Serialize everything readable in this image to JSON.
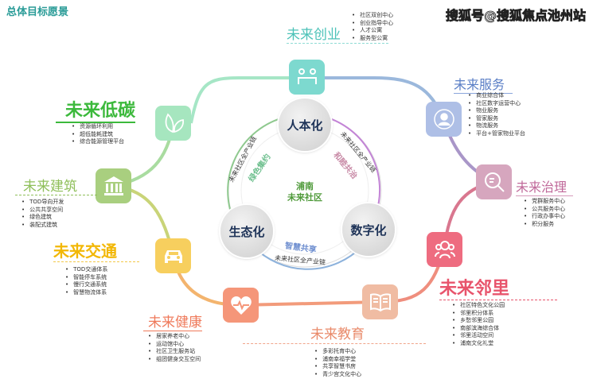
{
  "title": "总体目标愿景",
  "watermark": "搜狐号@搜狐焦点池州站",
  "center": {
    "line1": "浦南",
    "line2": "未来社区"
  },
  "nodes": {
    "top": "人本化",
    "left": "生态化",
    "right": "数字化"
  },
  "arc_texts": {
    "left_outer": "未来社区全产业链",
    "right_outer": "未来社区全产业链",
    "bottom_outer": "未来社区全产业链",
    "left_inner": "绿色集约",
    "right_inner": "和睦共治",
    "bottom_inner": "智慧共享"
  },
  "modules": [
    {
      "id": "chuangye",
      "title": "未来创业",
      "icon": "meeting-icon",
      "color": "#4cc2b8",
      "items": [
        "社区双创中心",
        "创业指导中心",
        "人才公寓",
        "服务型公寓"
      ]
    },
    {
      "id": "fuwu",
      "title": "未来服务",
      "icon": "service-person-icon",
      "color": "#5b7fc6",
      "items": [
        "商业综合体",
        "社区数字运营中心",
        "物业服务",
        "管家服务",
        "物流服务",
        "平台+管家物业平台"
      ]
    },
    {
      "id": "zhili",
      "title": "未来治理",
      "icon": "search-analytics-icon",
      "color": "#c0699a",
      "items": [
        "党群服务中心",
        "公共服务中心",
        "行政办事中心",
        "积分服务"
      ]
    },
    {
      "id": "linli",
      "title": "未来邻里",
      "icon": "people-group-icon",
      "color": "#e8546c",
      "items": [
        "社区特色文化公园",
        "邻里积分体系",
        "乡愁邻里公园",
        "南部滨海综合体",
        "邻里活动空间",
        "浦南文化礼堂"
      ]
    },
    {
      "id": "jiaoyu",
      "title": "未来教育",
      "icon": "book-icon",
      "color": "#e98a6a",
      "items": [
        "多彩托育中心",
        "浦南幸福学堂",
        "共享智慧书房",
        "青少宫文化中心"
      ]
    },
    {
      "id": "jiankang",
      "title": "未来健康",
      "icon": "heart-pulse-icon",
      "color": "#ef7a5b",
      "items": [
        "居家养老中心",
        "运动馆中心",
        "社区卫生服务站",
        "组团健身交互空间"
      ]
    },
    {
      "id": "jiaotong",
      "title": "未来交通",
      "icon": "car-icon",
      "color": "#f2b705",
      "items": [
        "TOD交通体系",
        "智能停车系统",
        "慢行交通系统",
        "智慧物流体系"
      ]
    },
    {
      "id": "jianzhu",
      "title": "未来建筑",
      "icon": "building-icon",
      "color": "#8fbf5a",
      "items": [
        "TOD导向开发",
        "公共共享空间",
        "绿色建筑",
        "装配式建筑"
      ]
    },
    {
      "id": "ditan",
      "title": "未来低碳",
      "icon": "leaf-icon",
      "color": "#3cb93c",
      "items": [
        "资源循环利用",
        "超低能耗建筑",
        "综合能源管理平台"
      ]
    }
  ]
}
